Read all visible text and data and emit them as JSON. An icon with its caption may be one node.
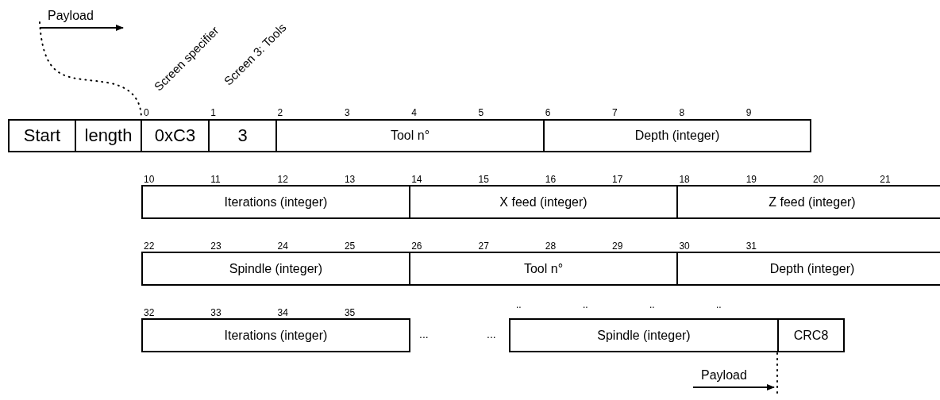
{
  "diagram": {
    "nodes": [
      {
        "text": [
          "Start"
        ]
      },
      {
        "text": [
          "length"
        ]
      },
      {
        "text": [
          "0xC3"
        ]
      },
      {
        "text": [
          "3"
        ]
      },
      {
        "text": [
          "Tool n°"
        ]
      },
      {
        "text": [
          "Depth (integer)"
        ]
      },
      {
        "text": [
          "Iterations (integer)"
        ]
      },
      {
        "text": [
          "X feed (integer)"
        ]
      },
      {
        "text": [
          "Z feed (integer)"
        ]
      },
      {
        "text": [
          "Spindle (integer)"
        ]
      },
      {
        "text": [
          "Tool n°"
        ]
      },
      {
        "text": [
          "Depth (integer)"
        ]
      },
      {
        "text": [
          "Iterations (integer)"
        ]
      },
      {
        "text": [
          "Spindle (integer)"
        ]
      },
      {
        "text": [
          "CRC8"
        ]
      }
    ],
    "edges": [],
    "labels": [
      "Payload",
      "Screen specifier",
      "Screen 3: Tools",
      "0",
      "1",
      "2",
      "3",
      "4",
      "5",
      "6",
      "7",
      "8",
      "9",
      "10",
      "11",
      "12",
      "13",
      "14",
      "15",
      "16",
      "17",
      "18",
      "19",
      "20",
      "21",
      "22",
      "23",
      "24",
      "25",
      "26",
      "27",
      "28",
      "29",
      "30",
      "31",
      "32",
      "33",
      "34",
      "35",
      "..",
      "..",
      "..",
      "..",
      "...",
      "...",
      "Payload"
    ]
  }
}
